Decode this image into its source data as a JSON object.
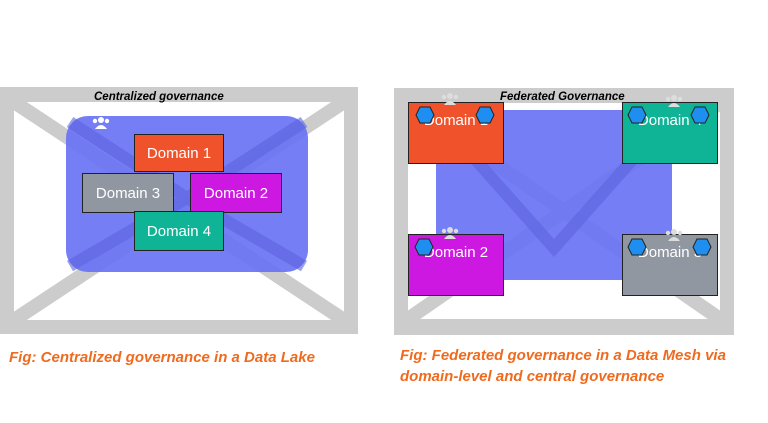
{
  "left_panel": {
    "title": "Centralized governance",
    "domains": [
      {
        "label": "Domain 1",
        "color": "#f0532b"
      },
      {
        "label": "Domain 2",
        "color": "#cc18e0"
      },
      {
        "label": "Domain 3",
        "color": "#9097a0"
      },
      {
        "label": "Domain 4",
        "color": "#0fb496"
      }
    ],
    "caption": "Fig: Centralized governance in a Data Lake"
  },
  "right_panel": {
    "title": "Federated Governance",
    "domains": [
      {
        "label": "Domain 1",
        "color": "#f0532b"
      },
      {
        "label": "Domain 4",
        "color": "#0fb496"
      },
      {
        "label": "Domain 2",
        "color": "#cc18e0"
      },
      {
        "label": "Domain 3",
        "color": "#9097a0"
      }
    ],
    "caption_line1": "Fig: Federated governance in a Data Mesh via",
    "caption_line2": "domain-level and central governance"
  },
  "colors": {
    "frame": "#cccccc",
    "governance_blue": "#6a73f5",
    "hexagon": "#1e8ff0",
    "caption": "#f06a1e"
  },
  "icons": [
    "people-icon",
    "hexagon-icon"
  ]
}
